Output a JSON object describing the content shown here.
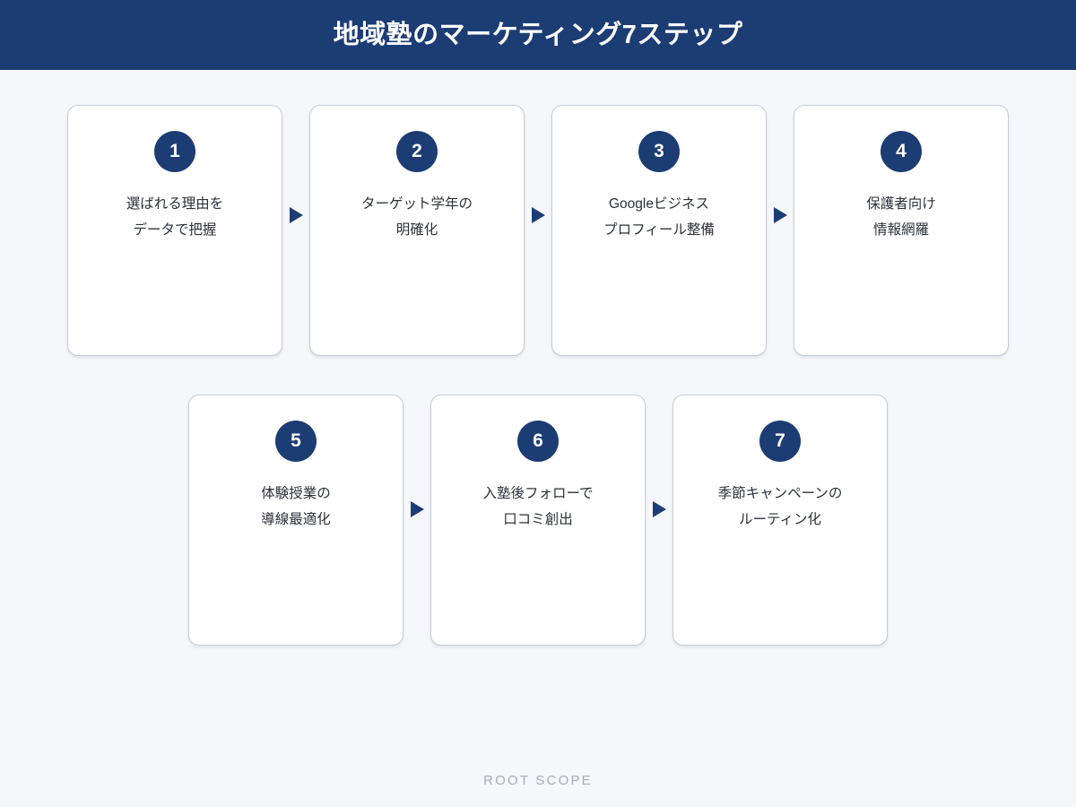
{
  "header": {
    "title": "地域塾のマーケティング7ステップ",
    "background_color": "#1c3c74",
    "text_color": "#ffffff"
  },
  "theme": {
    "page_background": "#f6f7fa",
    "accent_color": "#1c3c74",
    "card_background": "#ffffff",
    "card_border_color": "#c7ccd8",
    "body_text_color": "#2c3038",
    "footer_text_color": "#a8acb6"
  },
  "flow": {
    "type": "process-flow",
    "total_steps": 7,
    "rows": [
      {
        "row_index": 1,
        "steps": [
          {
            "number": "1",
            "text": "選ばれる理由を\nデータで把握"
          },
          {
            "number": "2",
            "text": "ターゲット学年の\n明確化"
          },
          {
            "number": "3",
            "text": "Googleビジネス\nプロフィール整備"
          },
          {
            "number": "4",
            "text": "保護者向け\n情報網羅"
          }
        ],
        "connectors": [
          "arrow-right",
          "arrow-right",
          "arrow-right"
        ]
      },
      {
        "row_index": 2,
        "steps": [
          {
            "number": "5",
            "text": "体験授業の\n導線最適化"
          },
          {
            "number": "6",
            "text": "入塾後フォローで\n口コミ創出"
          },
          {
            "number": "7",
            "text": "季節キャンペーンの\nルーティン化"
          }
        ],
        "connectors": [
          "arrow-right",
          "arrow-right"
        ]
      }
    ]
  },
  "footer": {
    "brand": "ROOT SCOPE"
  }
}
